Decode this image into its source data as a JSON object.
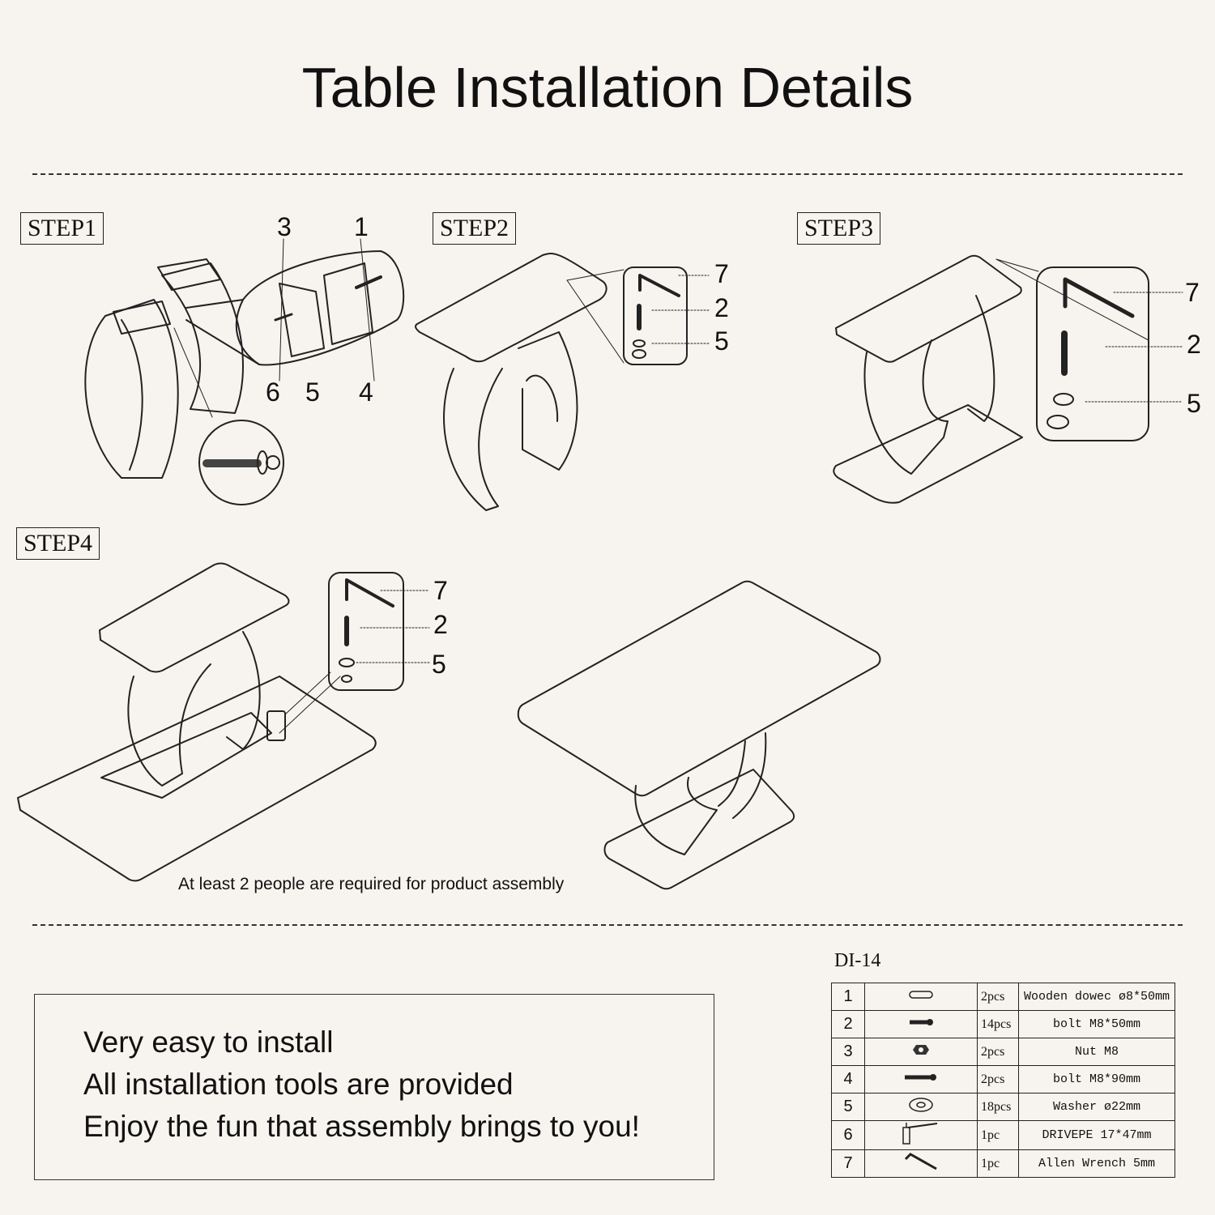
{
  "title": "Table Installation Details",
  "steps": {
    "step1": "STEP1",
    "step2": "STEP2",
    "step3": "STEP3",
    "step4": "STEP4"
  },
  "step1_callouts": [
    "3",
    "1",
    "6",
    "5",
    "4"
  ],
  "step2_callouts": [
    "7",
    "2",
    "5"
  ],
  "step3_callouts": [
    "7",
    "2",
    "5"
  ],
  "step4_callouts": [
    "7",
    "2",
    "5"
  ],
  "note": "At least 2 people are required for product assembly",
  "info": {
    "line1": "Very easy to install",
    "line2": "All installation tools are provided",
    "line3": "Enjoy the fun that assembly brings to you!"
  },
  "model": "DI-14",
  "parts": [
    {
      "no": "1",
      "icon": "dowel-icon",
      "qty": "2pcs",
      "desc": "Wooden dowec ø8*50mm"
    },
    {
      "no": "2",
      "icon": "short-bolt-icon",
      "qty": "14pcs",
      "desc": "bolt M8*50mm"
    },
    {
      "no": "3",
      "icon": "nut-icon",
      "qty": "2pcs",
      "desc": "Nut M8"
    },
    {
      "no": "4",
      "icon": "long-bolt-icon",
      "qty": "2pcs",
      "desc": "bolt M8*90mm"
    },
    {
      "no": "5",
      "icon": "washer-icon",
      "qty": "18pcs",
      "desc": "Washer ø22mm"
    },
    {
      "no": "6",
      "icon": "driver-icon",
      "qty": "1pc",
      "desc": "DRIVEPE 17*47mm"
    },
    {
      "no": "7",
      "icon": "allen-wrench-icon",
      "qty": "1pc",
      "desc": "Allen Wrench 5mm"
    }
  ]
}
